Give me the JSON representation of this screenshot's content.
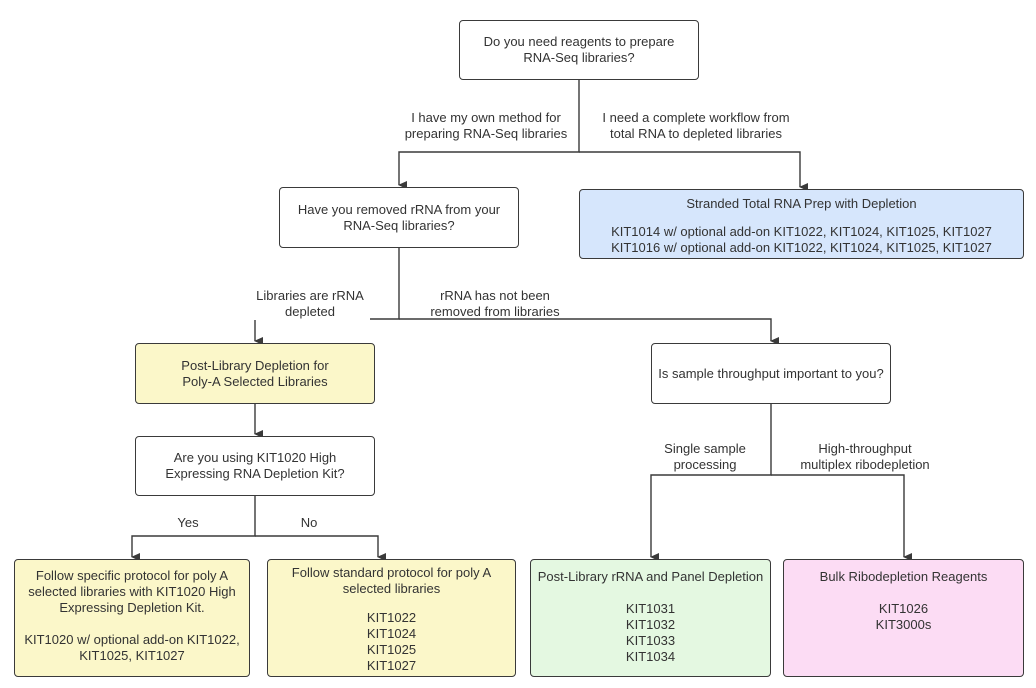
{
  "nodes": {
    "q_reagents": {
      "lines": [
        "Do you need reagents to prepare",
        "RNA-Seq libraries?"
      ]
    },
    "q_removed": {
      "lines": [
        "Have you removed rRNA from your",
        "RNA-Seq libraries?"
      ]
    },
    "stranded": {
      "title": "Stranded Total RNA Prep with Depletion",
      "items": [
        "KIT1014 w/ optional add-on KIT1022, KIT1024, KIT1025, KIT1027",
        "KIT1016 w/ optional add-on KIT1022, KIT1024, KIT1025, KIT1027"
      ]
    },
    "post_polyA": {
      "lines": [
        "Post-Library Depletion for",
        "Poly-A Selected Libraries"
      ]
    },
    "q_throughput": {
      "lines": [
        "Is sample throughput important to you?"
      ]
    },
    "q_kit1020": {
      "lines": [
        "Are you using KIT1020 High",
        "Expressing RNA Depletion Kit?"
      ]
    },
    "specific_protocol": {
      "title_lines": [
        "Follow specific protocol for poly A",
        "selected libraries with KIT1020 High",
        "Expressing Depletion Kit."
      ],
      "items": [
        "KIT1020 w/ optional add-on KIT1022,",
        "KIT1025, KIT1027"
      ]
    },
    "standard_protocol": {
      "title_lines": [
        "Follow standard protocol for poly A",
        "selected libraries"
      ],
      "items": [
        "KIT1022",
        "KIT1024",
        "KIT1025",
        "KIT1027"
      ]
    },
    "post_panel": {
      "title": "Post-Library rRNA and Panel Depletion",
      "items": [
        "KIT1031",
        "KIT1032",
        "KIT1033",
        "KIT1034"
      ]
    },
    "bulk": {
      "title": "Bulk Ribodepletion Reagents",
      "items": [
        "KIT1026",
        "KIT3000s"
      ]
    }
  },
  "edges": {
    "own_method": [
      "I have my own method for",
      "preparing RNA-Seq libraries"
    ],
    "complete_workflow": [
      "I need a complete workflow from",
      "total RNA to depleted libraries"
    ],
    "rrna_depleted": [
      "Libraries are rRNA",
      "depleted"
    ],
    "not_removed": [
      "rRNA has not been",
      "removed from libraries"
    ],
    "yes": "Yes",
    "no": "No",
    "single_sample": [
      "Single sample",
      "processing"
    ],
    "high_throughput": [
      "High-throughput",
      "multiplex ribodepletion"
    ]
  },
  "colors": {
    "blue_fill": "#d6e6fc",
    "yellow_fill": "#fbf7c9",
    "green_fill": "#e4f8e1",
    "pink_fill": "#fcdcf4",
    "stroke": "#3a3a3a"
  }
}
